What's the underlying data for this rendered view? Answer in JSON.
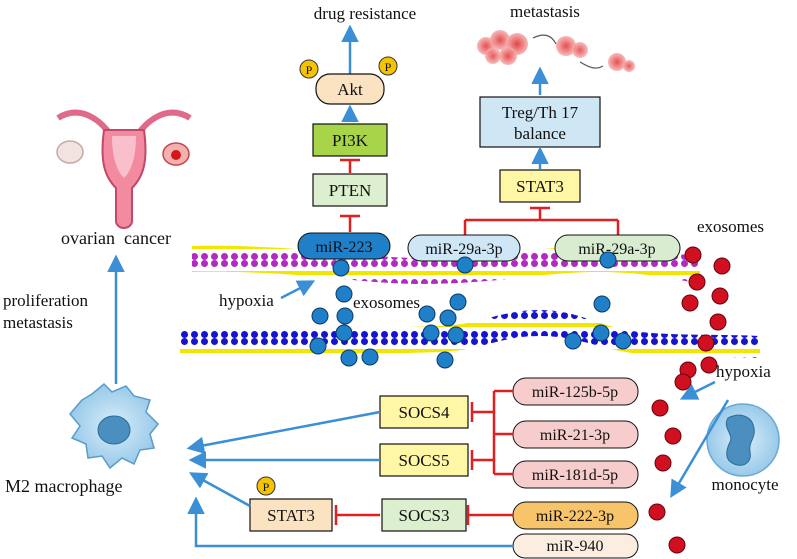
{
  "colors": {
    "arrow_blue": "#3a8fd6",
    "inhibit_red": "#e02020",
    "membrane_purple": "#b02cc0",
    "membrane_blue": "#1515d0",
    "membrane_yellow": "#f2e600",
    "exosome_blue": "#1f7fc8",
    "exosome_red": "#d01020",
    "mirna_blue_fill": "#cfe6f7",
    "mirna_green_fill": "#d8ecd0",
    "mirna_pink_fill": "#f6cccc",
    "mirna_orange_fill": "#f7c46a",
    "socs_yellow_fill": "#fff7a6",
    "pi3k_green_fill": "#a8d44a",
    "pten_green_fill": "#dcefcf",
    "akt_fill": "#fbe3c2",
    "treg_fill": "#cfe6f4",
    "phospho_fill": "#f5c400"
  },
  "top": {
    "drug_resistance": "drug resistance",
    "metastasis": "metastasis",
    "akt": "Akt",
    "phospho": "P",
    "pi3k": "PI3K",
    "pten": "PTEN",
    "treg_line1": "Treg/Th 17",
    "treg_line2": "balance",
    "stat3": "STAT3"
  },
  "membrane_mirnas": {
    "mir223": "miR-223",
    "mir29a_blue": "miR-29a-3p",
    "mir29a_green": "miR-29a-3p"
  },
  "labels": {
    "ovarian_cancer": "ovarian  cancer",
    "exosomes_right": "exosomes",
    "exosomes_mid": "exosomes",
    "hypoxia_left": "hypoxia",
    "hypoxia_right": "hypoxia",
    "proliferation": "proliferation",
    "metastasis_left": "metastasis",
    "m2_macrophage": "M2 macrophage",
    "monocyte": "monocyte"
  },
  "bottom": {
    "socs4": "SOCS4",
    "socs5": "SOCS5",
    "socs3": "SOCS3",
    "stat3": "STAT3",
    "phospho": "P",
    "mir125b": "miR-125b-5p",
    "mir21": "miR-21-3p",
    "mir181d": "miR-181d-5p",
    "mir222": "miR-222-3p",
    "mir940": "miR-940"
  }
}
